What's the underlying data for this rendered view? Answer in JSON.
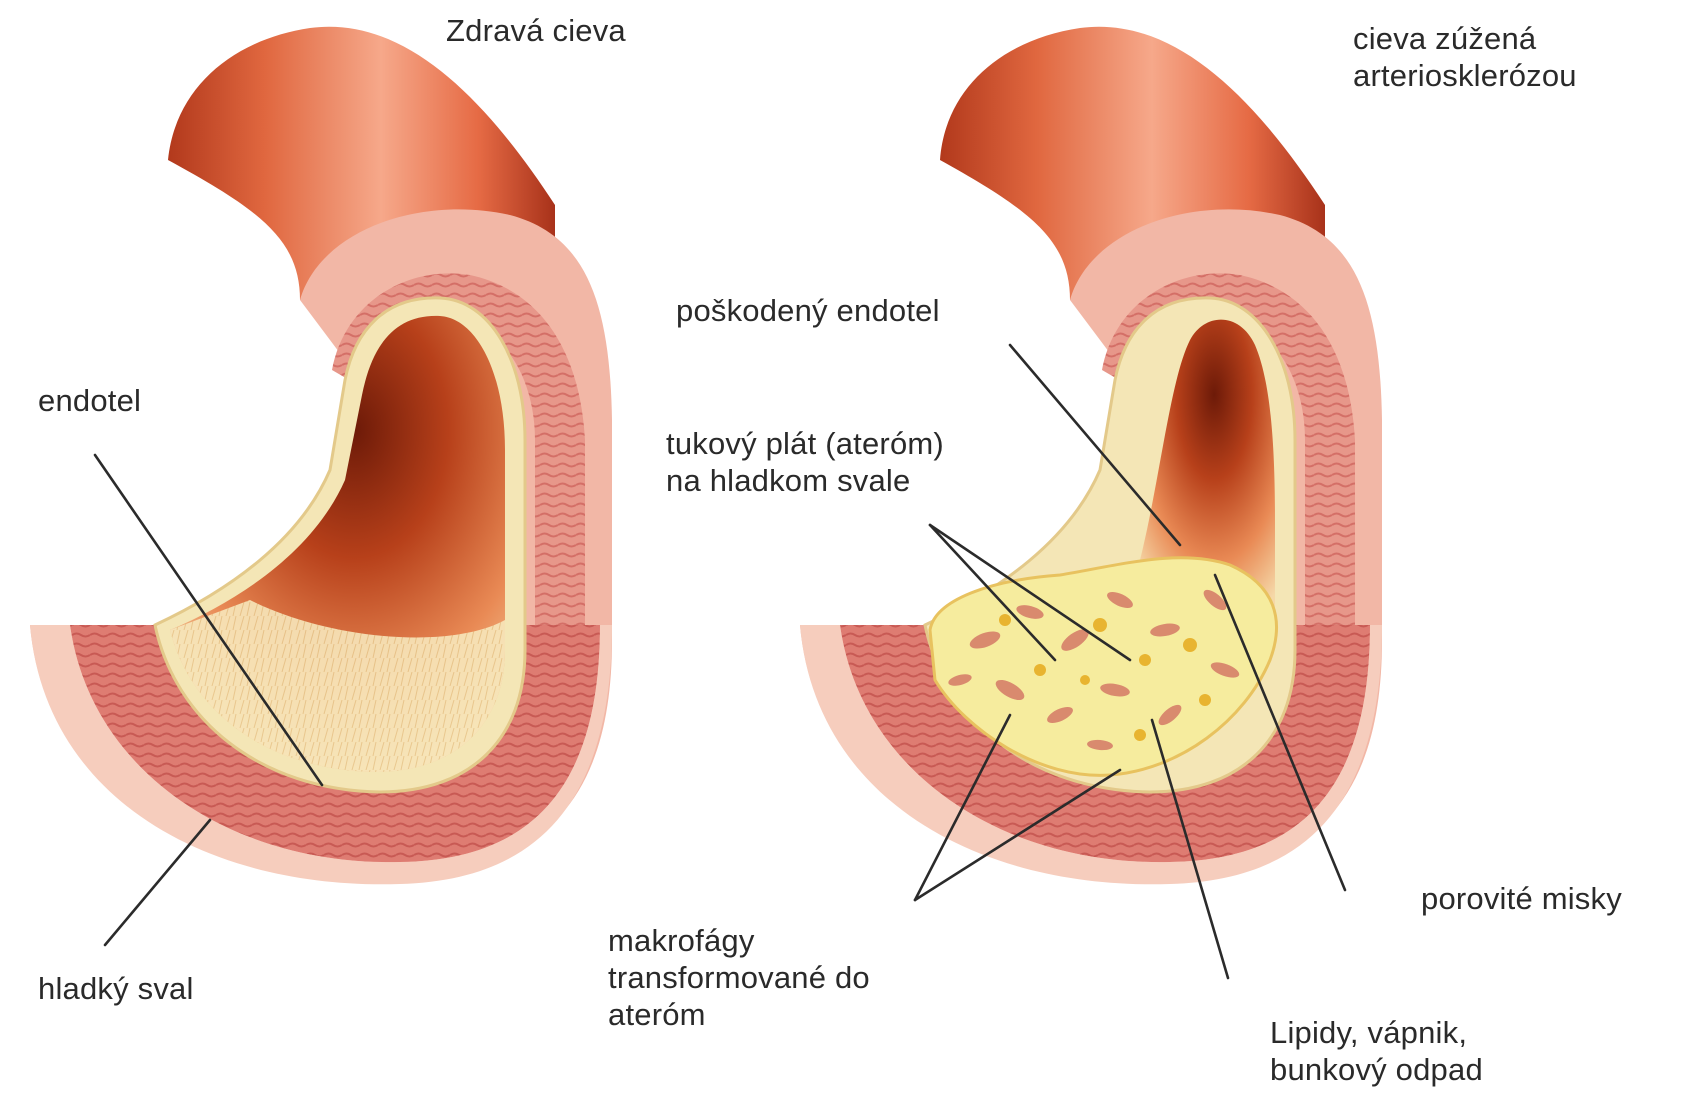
{
  "healthy": {
    "title": "Zdravá cieva",
    "labels": {
      "endotel": "endotel",
      "hladky_sval": "hladký sval"
    }
  },
  "narrowed": {
    "title_line1": "cieva zúžená",
    "title_line2": "arteriosklerózou",
    "labels": {
      "poskodeny_endotel": "poškodený endotel",
      "tukovy_plat_line1": "tukový plát (ateróm)",
      "tukovy_plat_line2": "na hladkom svale",
      "porovite_misky": "porovité misky",
      "makrofagy_line1": "makrofágy",
      "makrofagy_line2": "transformované do",
      "makrofagy_line3": "ateróm",
      "lipidy_line1": "Lipidy, vápnik,",
      "lipidy_line2": "bunkový odpad"
    }
  },
  "colors": {
    "vessel_outer": "#e57a5c",
    "vessel_shadow": "#c9532f",
    "muscle": "#e89a8a",
    "muscle_dark": "#d9736a",
    "endothelium": "#f3e6b8",
    "lumen": "#b9431e",
    "plaque": "#f6ec9e",
    "leader_line": "#2b2b2b",
    "text": "#2a2a2a"
  }
}
